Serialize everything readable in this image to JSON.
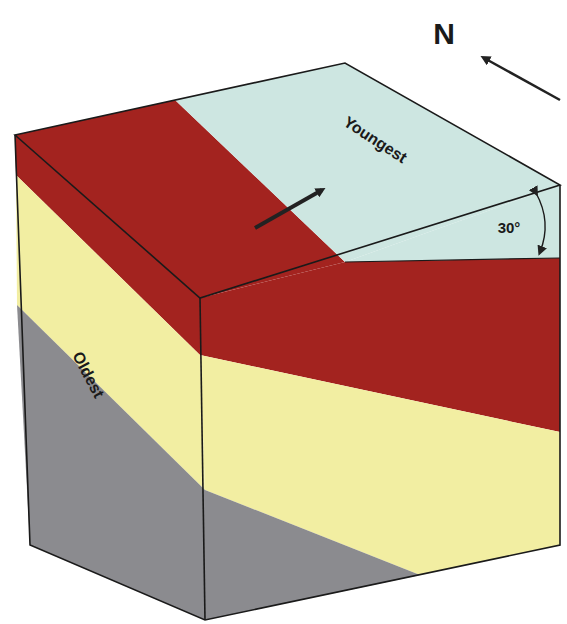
{
  "diagram": {
    "labels": [
      "N",
      "Youngest",
      "30°",
      "Oldest"
    ]
  }
}
